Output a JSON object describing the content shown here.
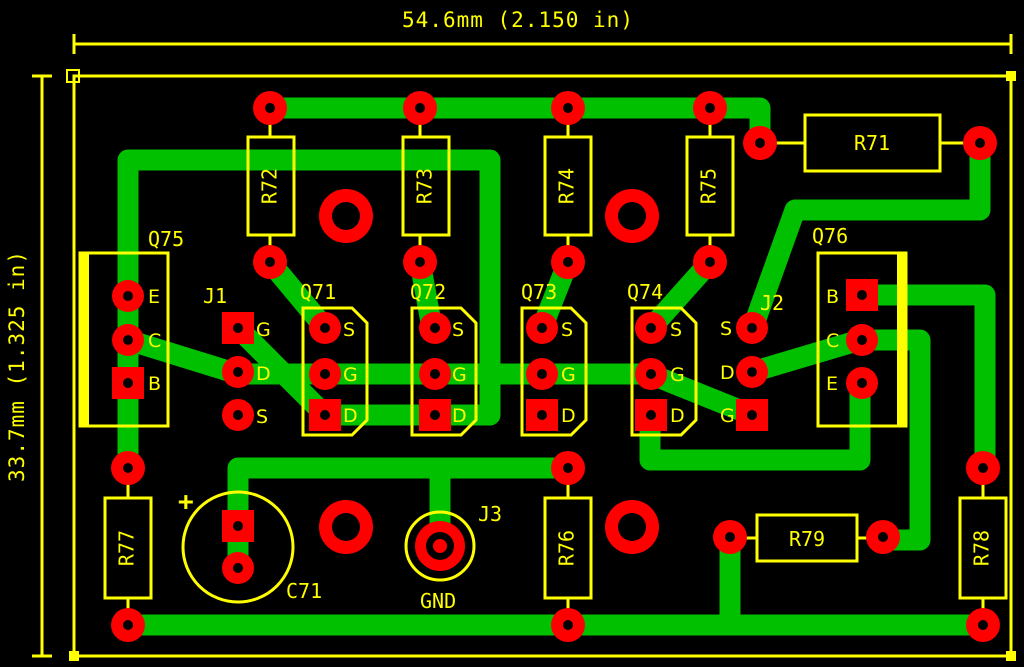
{
  "colors": {
    "background": "#000000",
    "copper": "#00c000",
    "pad": "#ff0000",
    "silk": "#ffff00"
  },
  "dimensions": {
    "width": "54.6mm (2.150 in)",
    "height": "33.7mm (1.325 in)"
  },
  "components": {
    "R71": "R71",
    "R72": "R72",
    "R73": "R73",
    "R74": "R74",
    "R75": "R75",
    "R76": "R76",
    "R77": "R77",
    "R78": "R78",
    "R79": "R79",
    "Q71": "Q71",
    "Q72": "Q72",
    "Q73": "Q73",
    "Q74": "Q74",
    "Q75": "Q75",
    "Q76": "Q76",
    "J1": "J1",
    "J2": "J2",
    "J3": "J3",
    "C71": "C71"
  },
  "pin_labels": {
    "q75": [
      "E",
      "C",
      "B"
    ],
    "q76": [
      "B",
      "C",
      "E"
    ],
    "j1": [
      "G",
      "D",
      "S"
    ],
    "j2": [
      "S",
      "D",
      "G"
    ],
    "sgd": [
      "S",
      "G",
      "D"
    ]
  },
  "net_labels": {
    "j3": "GND",
    "c71_polarity": "+"
  }
}
